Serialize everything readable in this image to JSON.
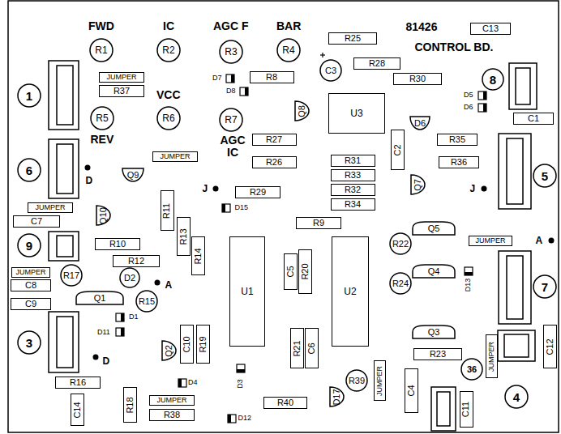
{
  "diagram": {
    "nodes": [
      {
        "text": [
          "R1"
        ]
      },
      {
        "text": [
          "R2"
        ]
      },
      {
        "text": [
          "R3"
        ]
      },
      {
        "text": [
          "R4"
        ]
      },
      {
        "text": [
          "R25"
        ]
      },
      {
        "text": [
          "C13"
        ]
      },
      {
        "text": [
          "C3"
        ]
      },
      {
        "text": [
          "R28"
        ]
      },
      {
        "text": [
          "R30"
        ]
      },
      {
        "text": [
          "JUMPER"
        ]
      },
      {
        "text": [
          "R37"
        ]
      },
      {
        "text": [
          "1"
        ]
      },
      {
        "text": [
          "R8"
        ]
      },
      {
        "text": [
          "8"
        ]
      },
      {
        "text": [
          "R5"
        ]
      },
      {
        "text": [
          "R6"
        ]
      },
      {
        "text": [
          "R7"
        ]
      },
      {
        "text": [
          "Q8"
        ]
      },
      {
        "text": [
          "U3"
        ]
      },
      {
        "text": [
          "D6"
        ]
      },
      {
        "text": [
          "C1"
        ]
      },
      {
        "text": [
          "R27"
        ]
      },
      {
        "text": [
          "C2"
        ]
      },
      {
        "text": [
          "R35"
        ]
      },
      {
        "text": [
          "JUMPER"
        ]
      },
      {
        "text": [
          "R26"
        ]
      },
      {
        "text": [
          "R31"
        ]
      },
      {
        "text": [
          "R36"
        ]
      },
      {
        "text": [
          "6"
        ]
      },
      {
        "text": [
          "Q9"
        ]
      },
      {
        "text": [
          "R33"
        ]
      },
      {
        "text": [
          "Q7"
        ]
      },
      {
        "text": [
          "5"
        ]
      },
      {
        "text": [
          "R29"
        ]
      },
      {
        "text": [
          "R32"
        ]
      },
      {
        "text": [
          "R34"
        ]
      },
      {
        "text": [
          "JUMPER"
        ]
      },
      {
        "text": [
          "Q10"
        ]
      },
      {
        "text": [
          "R11"
        ]
      },
      {
        "text": [
          "C7"
        ]
      },
      {
        "text": [
          "R9"
        ]
      },
      {
        "text": [
          "R13"
        ]
      },
      {
        "text": [
          "R14"
        ]
      },
      {
        "text": [
          "9"
        ]
      },
      {
        "text": [
          "R10"
        ]
      },
      {
        "text": [
          "JUMPER"
        ]
      },
      {
        "text": [
          "R22"
        ]
      },
      {
        "text": [
          "Q5"
        ]
      },
      {
        "text": [
          "R12"
        ]
      },
      {
        "text": [
          "JUMPER"
        ]
      },
      {
        "text": [
          "R17"
        ]
      },
      {
        "text": [
          "D2"
        ]
      },
      {
        "text": [
          "Q1"
        ]
      },
      {
        "text": [
          "R15"
        ]
      },
      {
        "text": [
          "C8"
        ]
      },
      {
        "text": [
          "C9"
        ]
      },
      {
        "text": [
          "U1"
        ]
      },
      {
        "text": [
          "C5"
        ]
      },
      {
        "text": [
          "R20"
        ]
      },
      {
        "text": [
          "U2"
        ]
      },
      {
        "text": [
          "R24"
        ]
      },
      {
        "text": [
          "Q4"
        ]
      },
      {
        "text": [
          "7"
        ]
      },
      {
        "text": [
          "3"
        ]
      },
      {
        "text": [
          "C10"
        ]
      },
      {
        "text": [
          "R19"
        ]
      },
      {
        "text": [
          "Q2"
        ]
      },
      {
        "text": [
          "R21"
        ]
      },
      {
        "text": [
          "C6"
        ]
      },
      {
        "text": [
          "Q3"
        ]
      },
      {
        "text": [
          "R23"
        ]
      },
      {
        "text": [
          "JUMPER"
        ]
      },
      {
        "text": [
          "C12"
        ]
      },
      {
        "text": [
          "R39"
        ]
      },
      {
        "text": [
          "JUMPER"
        ]
      },
      {
        "text": [
          "36"
        ]
      },
      {
        "text": [
          "4"
        ]
      },
      {
        "text": [
          "C4"
        ]
      },
      {
        "text": [
          "C11"
        ]
      },
      {
        "text": [
          "R16"
        ]
      },
      {
        "text": [
          "R18"
        ]
      },
      {
        "text": [
          "C14"
        ]
      },
      {
        "text": [
          "JUMPER"
        ]
      },
      {
        "text": [
          "R38"
        ]
      },
      {
        "text": [
          "R40"
        ]
      },
      {
        "text": [
          "D17"
        ]
      }
    ],
    "labels": [
      "FWD",
      "IC",
      "AGC F",
      "BAR",
      "81426",
      "CONTROL BD.",
      "D7",
      "D8",
      "VCC",
      "D5",
      "D6",
      "REV",
      "AGC IC",
      "D",
      "J",
      "D15",
      "J",
      "A",
      "A",
      "D1",
      "D11",
      "D",
      "D4",
      "D3",
      "D13",
      "D12"
    ]
  }
}
